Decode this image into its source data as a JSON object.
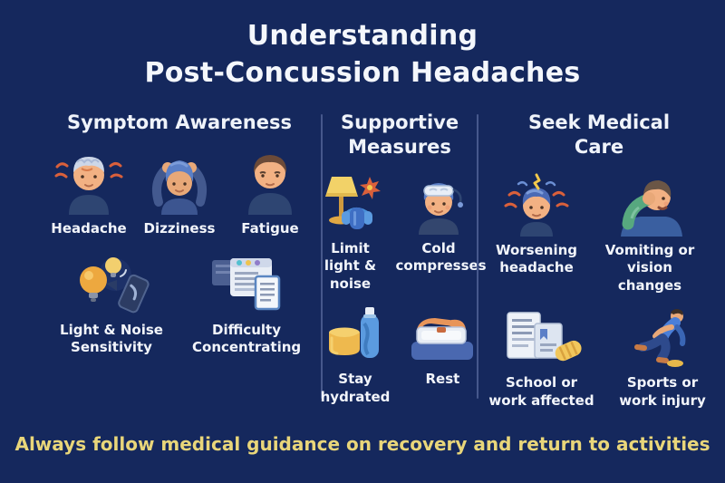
{
  "title": {
    "line1": "Understanding",
    "line2": "Post-Concussion Headaches"
  },
  "columns": [
    {
      "header": "Symptom Awareness",
      "items": [
        {
          "label": "Headache",
          "icon": "headache-icon"
        },
        {
          "label": "Dizziness",
          "icon": "dizziness-icon"
        },
        {
          "label": "Fatigue",
          "icon": "fatigue-icon"
        },
        {
          "label": "Light & Noise Sensitivity",
          "icon": "light-noise-sensitivity-icon"
        },
        {
          "label": "Difficulty Concentrating",
          "icon": "difficulty-concentrating-icon"
        }
      ]
    },
    {
      "header": "Supportive Measures",
      "items": [
        {
          "label": "Limit light & noise",
          "icon": "limit-light-noise-icon"
        },
        {
          "label": "Cold compresses",
          "icon": "cold-compress-icon"
        },
        {
          "label": "Stay hydrated",
          "icon": "stay-hydrated-icon"
        },
        {
          "label": "Rest",
          "icon": "rest-icon"
        }
      ]
    },
    {
      "header": "Seek Medical Care",
      "items": [
        {
          "label": "Worsening headache",
          "icon": "worsening-headache-icon"
        },
        {
          "label": "Vomiting or vision changes",
          "icon": "vomiting-vision-icon"
        },
        {
          "label": "School or work affected",
          "icon": "school-work-icon"
        },
        {
          "label": "Sports or work injury",
          "icon": "sports-injury-icon"
        }
      ]
    }
  ],
  "footer": "Always follow medical guidance on recovery and return to activities",
  "colors": {
    "background": "#15285d",
    "text": "#f2f5fb",
    "footer_yellow": "#e9d67a",
    "divider": "#46588c",
    "pain_red": "#d9603b",
    "skin": "#f2b183",
    "shirt_blue": "#2e4572",
    "accent_blue": "#5b7fc7",
    "bulb_yellow": "#eda83f"
  }
}
